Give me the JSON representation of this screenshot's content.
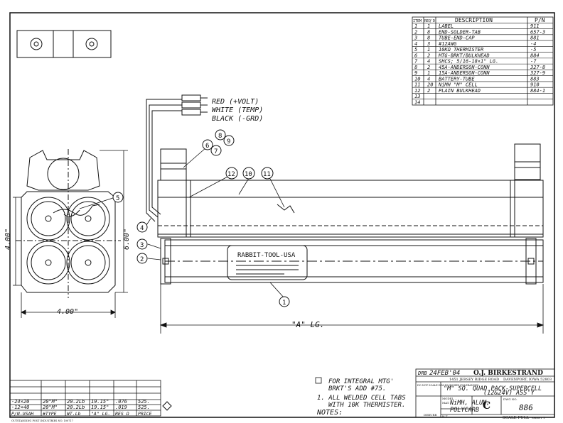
{
  "parts_list": {
    "headers": {
      "item": "ITEM",
      "reqd": "REQ'D",
      "description": "DESCRIPTION",
      "pn": "P/N"
    },
    "rows": [
      {
        "item": "1",
        "reqd": "1",
        "description": "LABEL",
        "pn": "911"
      },
      {
        "item": "2",
        "reqd": "8",
        "description": "END-SOLDER-TAB",
        "pn": "657-3"
      },
      {
        "item": "3",
        "reqd": "8",
        "description": "TUBE-END-CAP",
        "pn": "881"
      },
      {
        "item": "4",
        "reqd": "3",
        "description": "#12AWG",
        "pn": "-4"
      },
      {
        "item": "5",
        "reqd": "1",
        "description": "10KΩ THERMISTER",
        "pn": "-5"
      },
      {
        "item": "6",
        "reqd": "2",
        "description": "MTG-BRKT/BULKHEAD",
        "pn": "884"
      },
      {
        "item": "7",
        "reqd": "4",
        "description": "SHCS; 5/16-18×1\" LG.",
        "pn": "-7"
      },
      {
        "item": "8",
        "reqd": "2",
        "description": "45A-ANDERSON-CONN",
        "pn": "327-8"
      },
      {
        "item": "9",
        "reqd": "1",
        "description": "15A-ANDERSON-CONN",
        "pn": "327-9"
      },
      {
        "item": "10",
        "reqd": "4",
        "description": "BATTERY-TUBE",
        "pn": "883"
      },
      {
        "item": "11",
        "reqd": "20",
        "description": "NiMH \"M\" CELL",
        "pn": "910"
      },
      {
        "item": "12",
        "reqd": "2",
        "description": "PLAIN BULKHEAD",
        "pn": "884-1"
      },
      {
        "item": "13",
        "reqd": "",
        "description": "",
        "pn": ""
      },
      {
        "item": "14",
        "reqd": "",
        "description": "",
        "pn": ""
      }
    ]
  },
  "wires": {
    "red": "RED (+VOLT)",
    "white": "WHITE (TEMP)",
    "black": "BLACK (-GRD)"
  },
  "balloons": {
    "b1": "1",
    "b2": "2",
    "b3": "3",
    "b4": "4",
    "b5": "5",
    "b6": "6",
    "b7": "7",
    "b8": "8",
    "b9": "9",
    "b10": "10",
    "b11": "11",
    "b12": "12"
  },
  "dimensions": {
    "width": "4.00\"",
    "height_inner": "4.00\"",
    "height_outer": "6.00\"",
    "length": "\"A\" LG."
  },
  "label_text": "RABBIT-TOOL-USA",
  "notes": {
    "title": "NOTES:",
    "note1": "1. ALL WELDED CELL TABS",
    "note1b": "WITH 10K THERMISTER.",
    "note2": "FOR INTEGRAL MTG'",
    "note2b": "BRKT'S ADD #75."
  },
  "config_table": {
    "rows": [
      [
        "-24×20",
        "20\"M\"",
        "20.2Lb",
        "19.15\"",
        ".076",
        "525."
      ],
      [
        "-12×40",
        "20\"M\"",
        "20.2Lb",
        "19.15\"",
        ".019",
        "525."
      ]
    ],
    "header": [
      "P/N-USAH",
      "#TYPE",
      "WT.Lb",
      "\"A\" LG.",
      "RES Ω",
      "PRICE"
    ]
  },
  "title_block": {
    "drawn_by": "DRB",
    "date": "24FEB'04",
    "company": "O.J. BIRKESTRAND",
    "address": "1451 JERSEY RIDGE ROAD",
    "city": "DAVENPORT, IOWA 52803",
    "title_line1": "\"M\" SQ. QUAD PACK-SUPERCELL",
    "title_line2": "(12&24V) ASS'Y",
    "material_label": "MAT.",
    "material": "NiMH, ALUM,",
    "material2": "POLYCARB",
    "size": "C",
    "dwg_label": "DWG NO.",
    "dwg_no": "886",
    "scale": "SCALE FULL",
    "sheet": "SHEET 1",
    "tolerance_title": "DO NOT SCALE DIM IN INCHES TOLERANCES",
    "deburr": "DEBURR",
    "model_label": "MODEL",
    "ht_label": "H.T."
  },
  "footer": "OUTSTANDING POST INDUSTRIES NO. 100717"
}
